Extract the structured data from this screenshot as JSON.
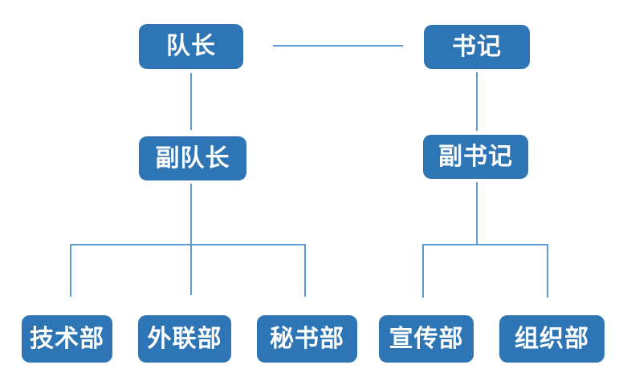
{
  "diagram": {
    "type": "org-chart",
    "nodes": {
      "leader": "队长",
      "secretary": "书记",
      "deputy_leader": "副队长",
      "deputy_secretary": "副书记",
      "tech_dept": "技术部",
      "liaison_dept": "外联部",
      "secretariat_dept": "秘书部",
      "publicity_dept": "宣传部",
      "organization_dept": "组织部"
    },
    "relations": [
      {
        "from": "队长",
        "to": "书记",
        "type": "peer"
      },
      {
        "from": "队长",
        "to": "副队长",
        "type": "reports"
      },
      {
        "from": "书记",
        "to": "副书记",
        "type": "reports"
      },
      {
        "from": "副队长",
        "to": "技术部",
        "type": "reports"
      },
      {
        "from": "副队长",
        "to": "外联部",
        "type": "reports"
      },
      {
        "from": "副队长",
        "to": "秘书部",
        "type": "reports"
      },
      {
        "from": "副书记",
        "to": "宣传部",
        "type": "reports"
      },
      {
        "from": "副书记",
        "to": "组织部",
        "type": "reports"
      }
    ]
  },
  "colors": {
    "node-fill": "#2E75B6",
    "node-text": "#FFFFFF",
    "connector": "#5B9BD5",
    "background": "#FFFFFF"
  }
}
